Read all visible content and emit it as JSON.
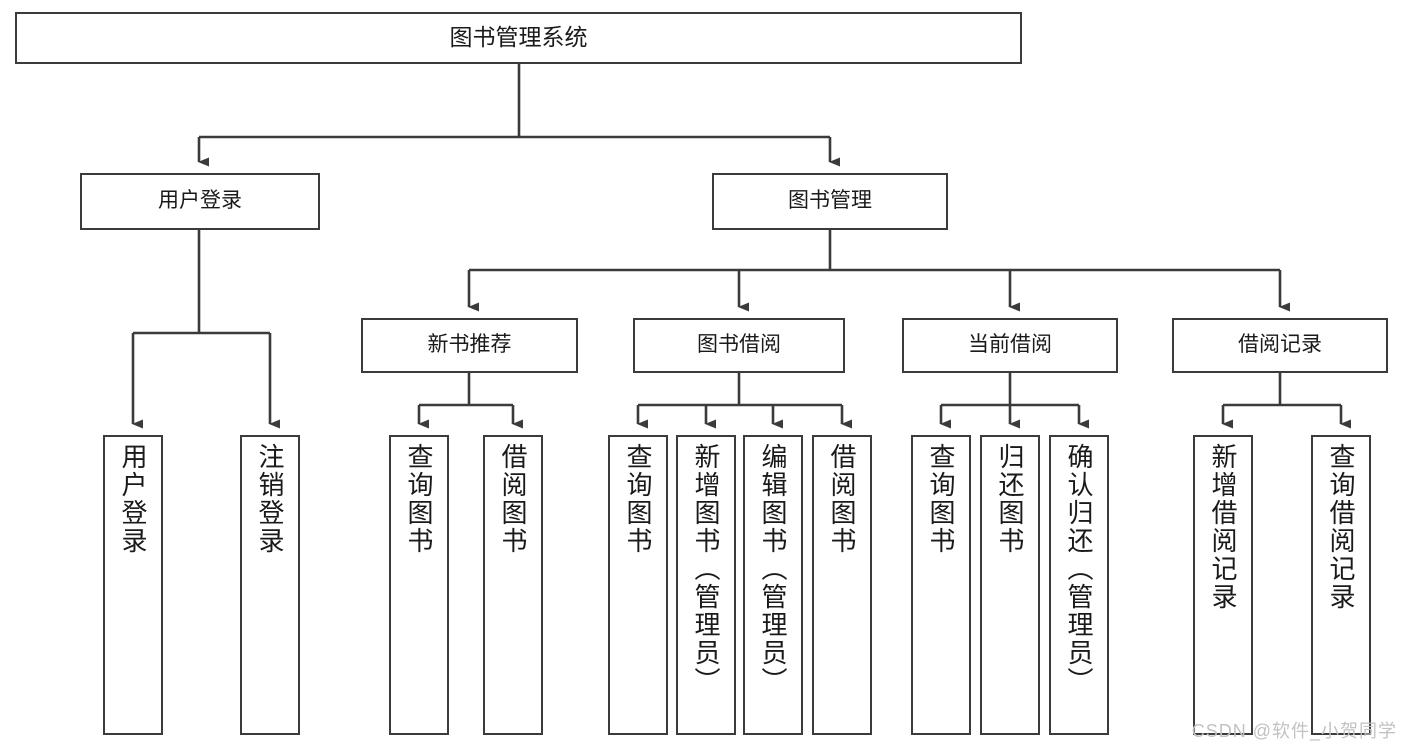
{
  "diagram": {
    "title": "图书管理系统",
    "watermark": "CSDN @软件_小贺同学",
    "colors": {
      "box_border": "#3b3b3b",
      "box_fill": "#ffffff",
      "connector": "#3b3b3b",
      "text": "#1a1a1a",
      "watermark": "#c2c2c2"
    },
    "root": {
      "label": "图书管理系统"
    },
    "level2": [
      {
        "label": "用户登录"
      },
      {
        "label": "图书管理"
      }
    ],
    "level3": [
      {
        "label": "新书推荐"
      },
      {
        "label": "图书借阅"
      },
      {
        "label": "当前借阅"
      },
      {
        "label": "借阅记录"
      }
    ],
    "leaves": [
      {
        "label": "用户登录",
        "parent": "用户登录"
      },
      {
        "label": "注销登录",
        "parent": "用户登录"
      },
      {
        "label": "查询图书",
        "parent": "新书推荐"
      },
      {
        "label": "借阅图书",
        "parent": "新书推荐"
      },
      {
        "label": "查询图书",
        "parent": "图书借阅"
      },
      {
        "label": "新增图书（管理员）",
        "parent": "图书借阅"
      },
      {
        "label": "编辑图书（管理员）",
        "parent": "图书借阅"
      },
      {
        "label": "借阅图书",
        "parent": "图书借阅"
      },
      {
        "label": "查询图书",
        "parent": "当前借阅"
      },
      {
        "label": "归还图书",
        "parent": "当前借阅"
      },
      {
        "label": "确认归还（管理员）",
        "parent": "当前借阅"
      },
      {
        "label": "新增借阅记录",
        "parent": "借阅记录"
      },
      {
        "label": "查询借阅记录",
        "parent": "借阅记录"
      }
    ]
  }
}
